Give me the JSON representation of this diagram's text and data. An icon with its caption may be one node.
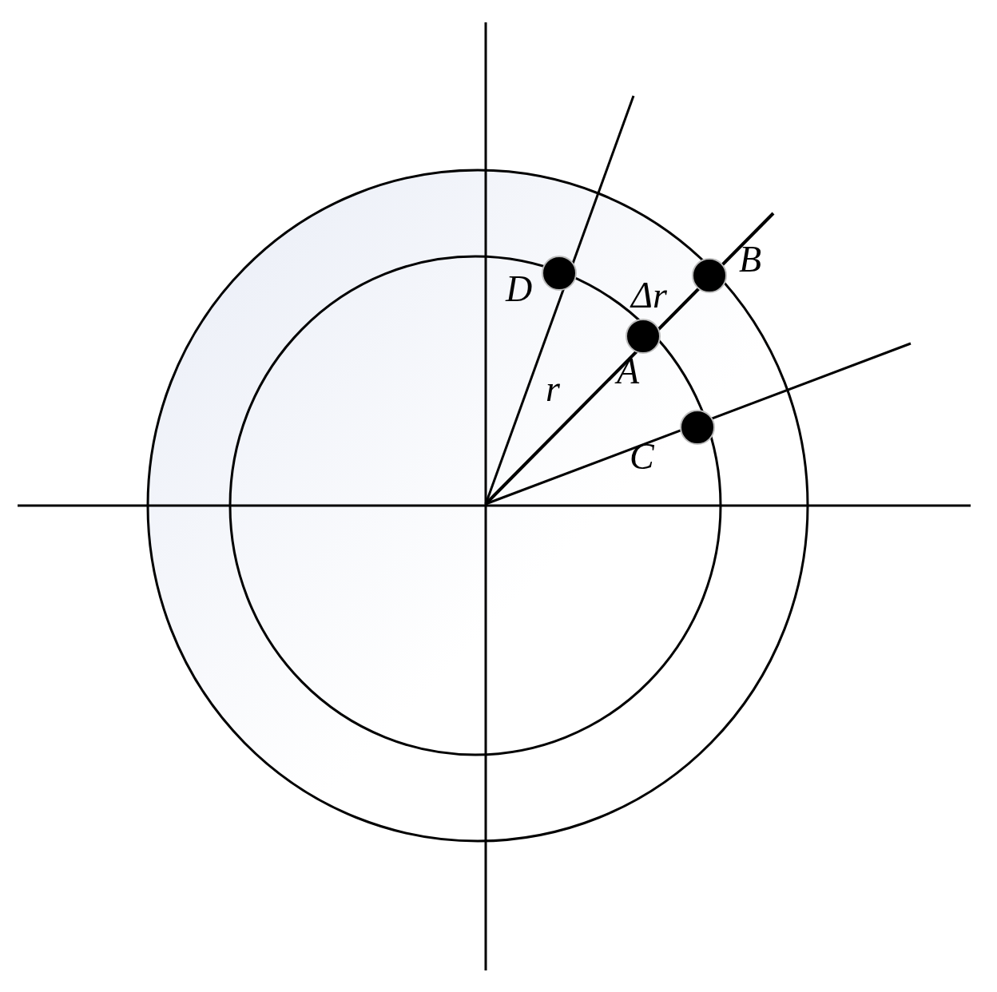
{
  "diagram": {
    "nodes": [
      {
        "text": [],
        "shape": "circle",
        "beside": [
          "D"
        ]
      },
      {
        "text": [],
        "shape": "circle",
        "beside": [
          "B"
        ]
      },
      {
        "text": [],
        "shape": "circle",
        "beside": [
          "A"
        ]
      },
      {
        "text": [],
        "shape": "circle",
        "beside": [
          "C"
        ]
      }
    ],
    "labels": [
      "Δr",
      "r"
    ]
  }
}
